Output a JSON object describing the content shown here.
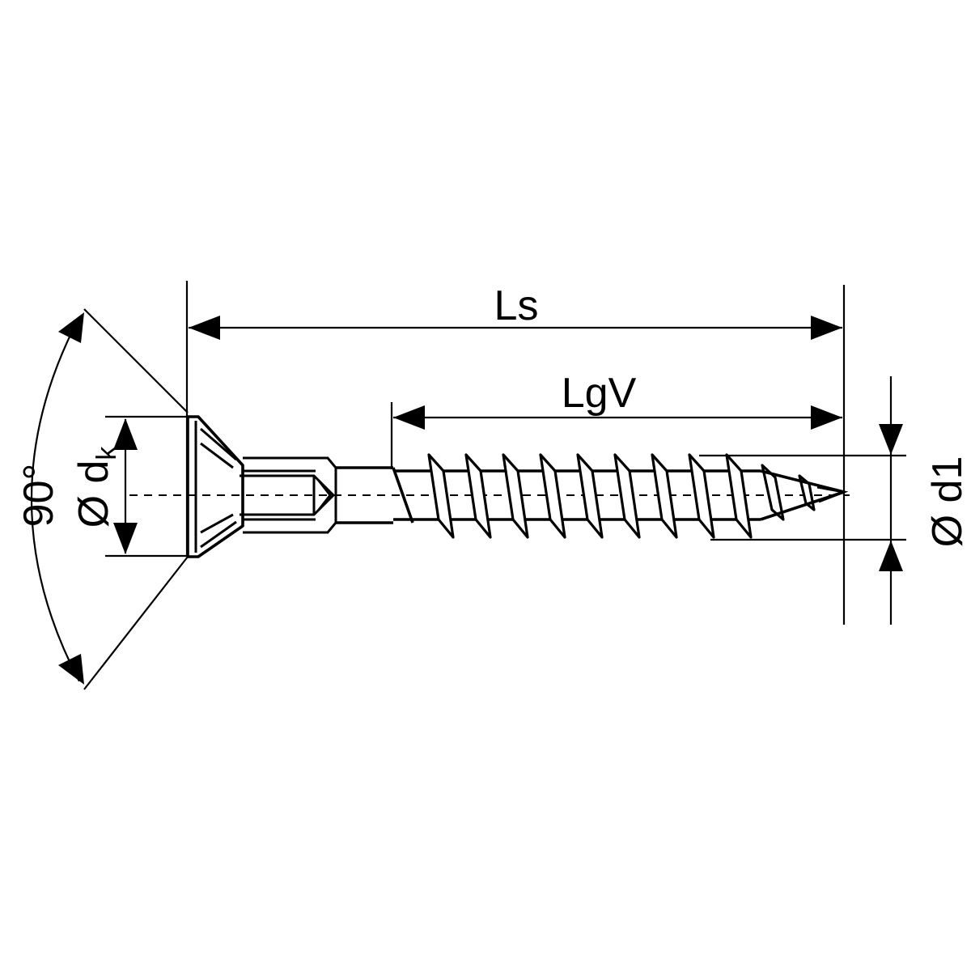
{
  "labels": {
    "overall_length": "Ls",
    "thread_length": "LgV",
    "head_diameter_symbol": "Ø d",
    "head_diameter_subscript": "k",
    "head_angle": "90°",
    "thread_diameter": "Ø d1"
  },
  "colors": {
    "line": "#000000",
    "background": "#ffffff"
  }
}
